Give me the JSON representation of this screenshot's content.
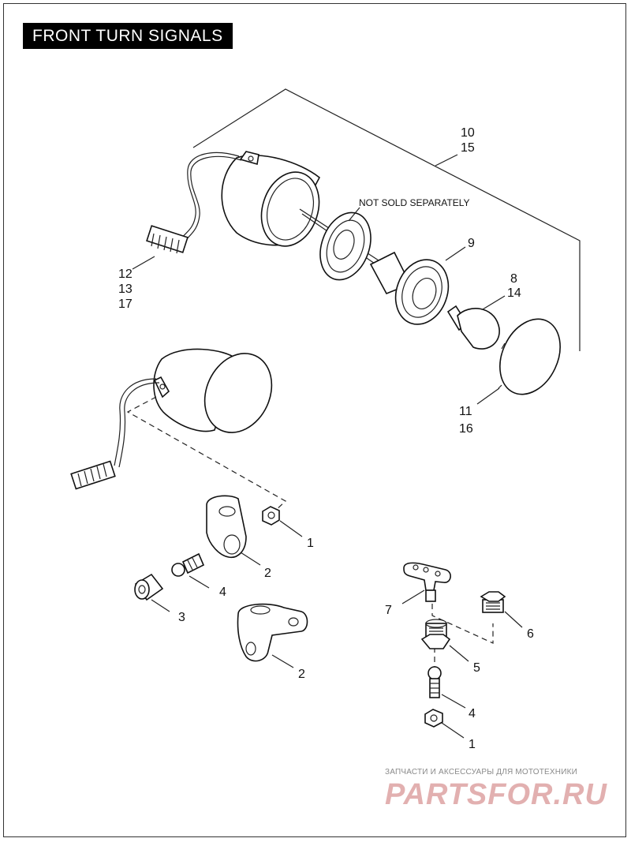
{
  "title": "FRONT TURN SIGNALS",
  "note_not_sold": "NOT SOLD SEPARATELY",
  "callouts": {
    "c10": "10",
    "c15": "15",
    "c9": "9",
    "c8": "8",
    "c14": "14",
    "c11": "11",
    "c16": "16",
    "c12": "12",
    "c13": "13",
    "c17": "17",
    "c1a": "1",
    "c2a": "2",
    "c4a": "4",
    "c3": "3",
    "c2b": "2",
    "c7": "7",
    "c6": "6",
    "c5": "5",
    "c4b": "4",
    "c1b": "1"
  },
  "watermark": {
    "caption": "ЗАПЧАСТИ И АКСЕССУАРЫ ДЛЯ МОТОТЕХНИКИ",
    "logo": "PARTSFOR.RU",
    "color": "#e2b0b0"
  }
}
